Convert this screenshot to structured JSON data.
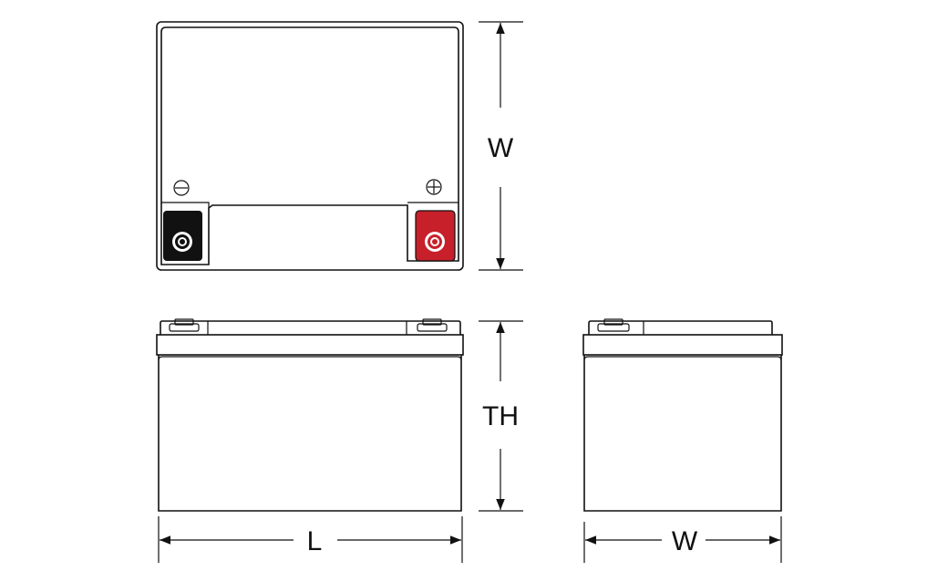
{
  "labels": {
    "top_width": "W",
    "height": "TH",
    "length": "L",
    "side_width": "W"
  },
  "terminals": {
    "negative": {
      "symbol": "minus-in-circle",
      "color": "#111111"
    },
    "positive": {
      "symbol": "plus-in-circle",
      "color": "#c8202a"
    }
  },
  "colors": {
    "line": "#111111",
    "negative_terminal": "#111111",
    "positive_terminal": "#c8202a"
  }
}
